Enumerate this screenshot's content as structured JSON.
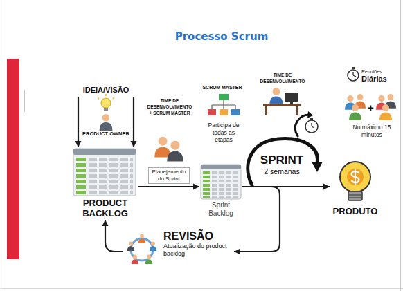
{
  "diagram": {
    "title": "Processo Scrum",
    "nodes": [
      {
        "text": [
          "IDEIA/VISÃO",
          "PRODUCT OWNER"
        ]
      },
      {
        "text": [
          "PRODUCT BACKLOG"
        ]
      },
      {
        "text": [
          "Sprint Backlog"
        ]
      },
      {
        "text": [
          "SPRINT",
          "2 semanas"
        ]
      },
      {
        "text": [
          "PRODUTO"
        ]
      },
      {
        "text": [
          "REVISÃO",
          "Atualização do product backlog"
        ]
      }
    ],
    "edges": [
      {
        "from": 0,
        "to": 1,
        "arrow": "to"
      },
      {
        "from": 1,
        "to": 2,
        "arrow": "to",
        "label": "Planejamento do Sprint"
      },
      {
        "from": 2,
        "to": 4,
        "arrow": "to"
      },
      {
        "from": 2,
        "to": 5,
        "arrow": "to"
      },
      {
        "from": 5,
        "to": 1,
        "arrow": "to"
      }
    ],
    "labels": [
      "TIME DE DESENVOLVIMENTO + SCRUM MASTER",
      "SCRUM MASTER",
      "Participa de todas as etapas",
      "TIME DE DESENVOLVIMENTO",
      "Reuniões",
      "Diárias",
      "+",
      "No máximo 15 minutos"
    ]
  }
}
